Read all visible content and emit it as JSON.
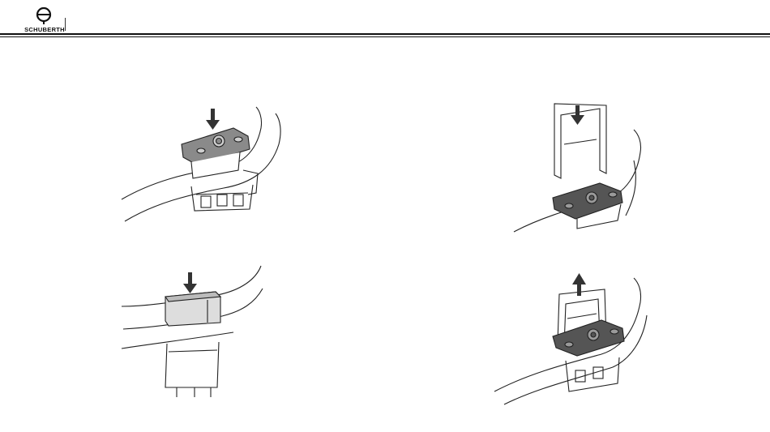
{
  "header": {
    "brand_name": "SCHUBERTH",
    "logo_icon": "schuberth-logo-icon"
  },
  "figures": [
    {
      "id": "figure-1",
      "icon": "press-remote-onto-mount-illustration"
    },
    {
      "id": "figure-2",
      "icon": "insert-clip-over-remote-illustration"
    },
    {
      "id": "figure-3",
      "icon": "press-mount-into-helmet-illustration"
    },
    {
      "id": "figure-4",
      "icon": "pull-clip-out-illustration"
    }
  ],
  "colors": {
    "line": "#222222",
    "device_light": "#8a8a8a",
    "device_dark": "#555555",
    "arrow": "#333333"
  }
}
